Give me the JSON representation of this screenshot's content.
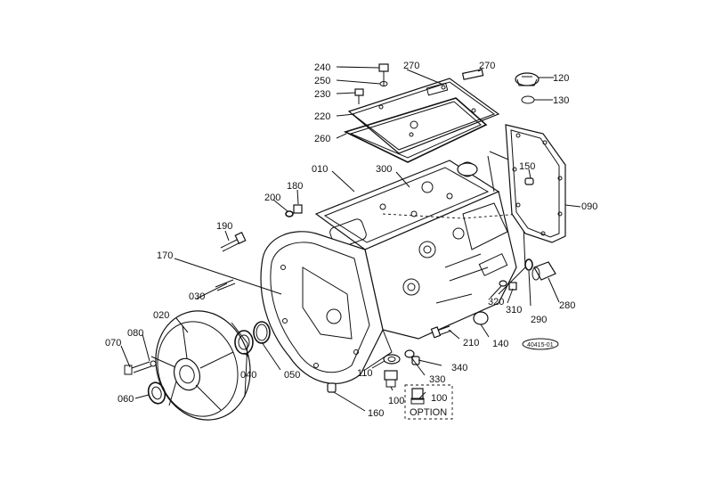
{
  "callouts": [
    {
      "id": "c240",
      "text": "240"
    },
    {
      "id": "c250",
      "text": "250"
    },
    {
      "id": "c230",
      "text": "230"
    },
    {
      "id": "c220",
      "text": "220"
    },
    {
      "id": "c260",
      "text": "260"
    },
    {
      "id": "c270a",
      "text": "270"
    },
    {
      "id": "c270b",
      "text": "270"
    },
    {
      "id": "c120",
      "text": "120"
    },
    {
      "id": "c130",
      "text": "130"
    },
    {
      "id": "c010",
      "text": "010"
    },
    {
      "id": "c300",
      "text": "300"
    },
    {
      "id": "c150",
      "text": "150"
    },
    {
      "id": "c090",
      "text": "090"
    },
    {
      "id": "c180",
      "text": "180"
    },
    {
      "id": "c200",
      "text": "200"
    },
    {
      "id": "c190",
      "text": "190"
    },
    {
      "id": "c170",
      "text": "170"
    },
    {
      "id": "c030",
      "text": "030"
    },
    {
      "id": "c020",
      "text": "020"
    },
    {
      "id": "c080",
      "text": "080"
    },
    {
      "id": "c070",
      "text": "070"
    },
    {
      "id": "c060",
      "text": "060"
    },
    {
      "id": "c040",
      "text": "040"
    },
    {
      "id": "c050",
      "text": "050"
    },
    {
      "id": "c160",
      "text": "160"
    },
    {
      "id": "c110",
      "text": "110"
    },
    {
      "id": "c100a",
      "text": "100"
    },
    {
      "id": "c100b",
      "text": "100"
    },
    {
      "id": "c330",
      "text": "330"
    },
    {
      "id": "c340",
      "text": "340"
    },
    {
      "id": "c210",
      "text": "210"
    },
    {
      "id": "c140",
      "text": "140"
    },
    {
      "id": "c320",
      "text": "320"
    },
    {
      "id": "c310",
      "text": "310"
    },
    {
      "id": "c290",
      "text": "290"
    },
    {
      "id": "c280",
      "text": "280"
    }
  ],
  "option_label": "OPTION",
  "drawing_code": "40415-01"
}
